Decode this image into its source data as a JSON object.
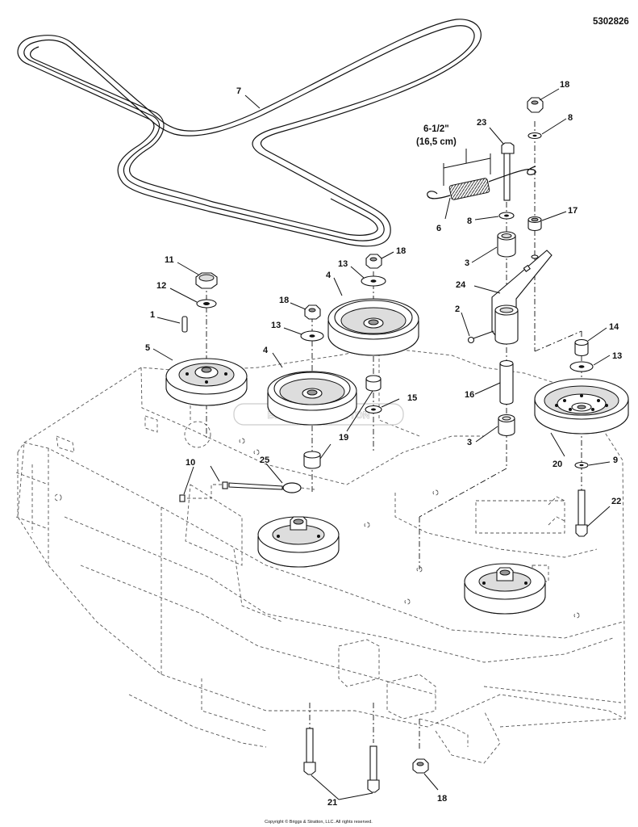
{
  "diagram_id": "5302826",
  "copyright": "Copyright © Briggs & Stratton, LLC. All rights reserved.",
  "watermark": "BRIGGS & STRATTON",
  "dimension": {
    "imperial": "6-1/2\"",
    "metric": "(16,5 cm)"
  },
  "callouts": {
    "c1": "1",
    "c2": "2",
    "c3a": "3",
    "c3b": "3",
    "c4a": "4",
    "c4b": "4",
    "c5": "5",
    "c6": "6",
    "c7": "7",
    "c8a": "8",
    "c8b": "8",
    "c9": "9",
    "c10": "10",
    "c11": "11",
    "c12": "12",
    "c13a": "13",
    "c13b": "13",
    "c13c": "13",
    "c14": "14",
    "c15": "15",
    "c16": "16",
    "c17": "17",
    "c18a": "18",
    "c18b": "18",
    "c18c": "18",
    "c18d": "18",
    "c19": "19",
    "c20": "20",
    "c21": "21",
    "c22": "22",
    "c23": "23",
    "c24": "24",
    "c25": "25"
  }
}
